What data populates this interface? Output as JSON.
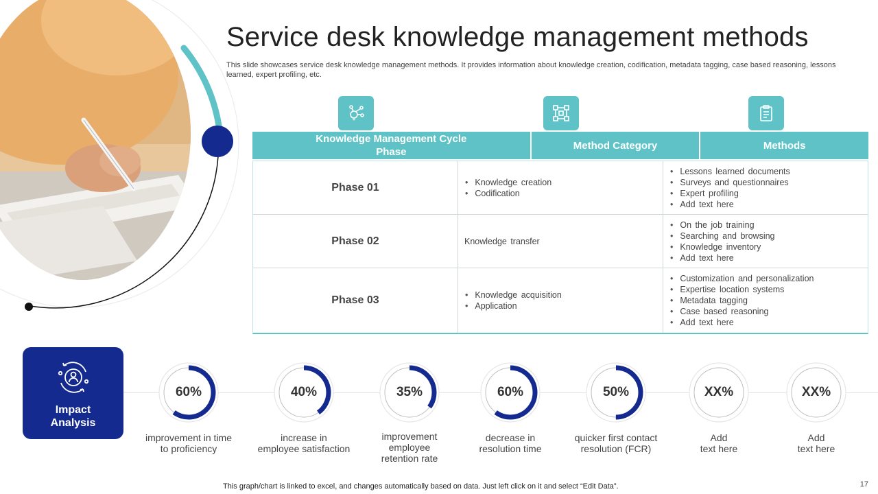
{
  "title": "Service desk knowledge management methods",
  "subtitle": "This slide showcases service desk knowledge management methods. It provides information about knowledge creation, codification, metadata tagging, case based reasoning, lessons learned, expert profiling, etc.",
  "table": {
    "headers": [
      "Knowledge Management Cycle Phase",
      "Method Category",
      "Methods"
    ],
    "header_icons": [
      "lightbulb-network-icon",
      "framework-icon",
      "clipboard-icon"
    ],
    "rows": [
      {
        "phase": "Phase 01",
        "category": [
          "Knowledge creation",
          "Codification"
        ],
        "methods": [
          "Lessons learned documents",
          "Surveys and questionnaires",
          "Expert profiling",
          "Add text here"
        ]
      },
      {
        "phase": "Phase 02",
        "category_text": "Knowledge transfer",
        "methods": [
          "On the job training",
          "Searching and browsing",
          "Knowledge inventory",
          "Add text here"
        ]
      },
      {
        "phase": "Phase 03",
        "category": [
          "Knowledge acquisition",
          "Application"
        ],
        "methods": [
          "Customization and personalization",
          "Expertise location systems",
          "Metadata tagging",
          "Case based reasoning",
          "Add text here"
        ]
      }
    ]
  },
  "impact": {
    "label": "Impact Analysis",
    "icon": "person-gear-cycle-icon",
    "metrics": [
      {
        "value": "60%",
        "fill": 0.6,
        "caption": [
          "improvement in time",
          "to proficiency"
        ]
      },
      {
        "value": "40%",
        "fill": 0.4,
        "caption": [
          "increase in",
          "employee satisfaction"
        ]
      },
      {
        "value": "35%",
        "fill": 0.35,
        "caption": [
          "improvement",
          "employee",
          "retention rate"
        ]
      },
      {
        "value": "60%",
        "fill": 0.6,
        "caption": [
          "decrease in",
          "resolution time"
        ]
      },
      {
        "value": "50%",
        "fill": 0.5,
        "caption": [
          "quicker first contact",
          "resolution (FCR)"
        ]
      },
      {
        "value": "XX%",
        "fill": 0,
        "caption": [
          "Add",
          "text here"
        ]
      },
      {
        "value": "XX%",
        "fill": 0,
        "caption": [
          "Add",
          "text here"
        ]
      }
    ]
  },
  "footer": "This graph/chart is linked to excel,  and changes automatically based on data. Just left click on it and select “Edit Data”.",
  "page_number": "17",
  "colors": {
    "teal": "#5ec2c6",
    "navy": "#142a8f",
    "ring_track": "#e6e6e6"
  }
}
